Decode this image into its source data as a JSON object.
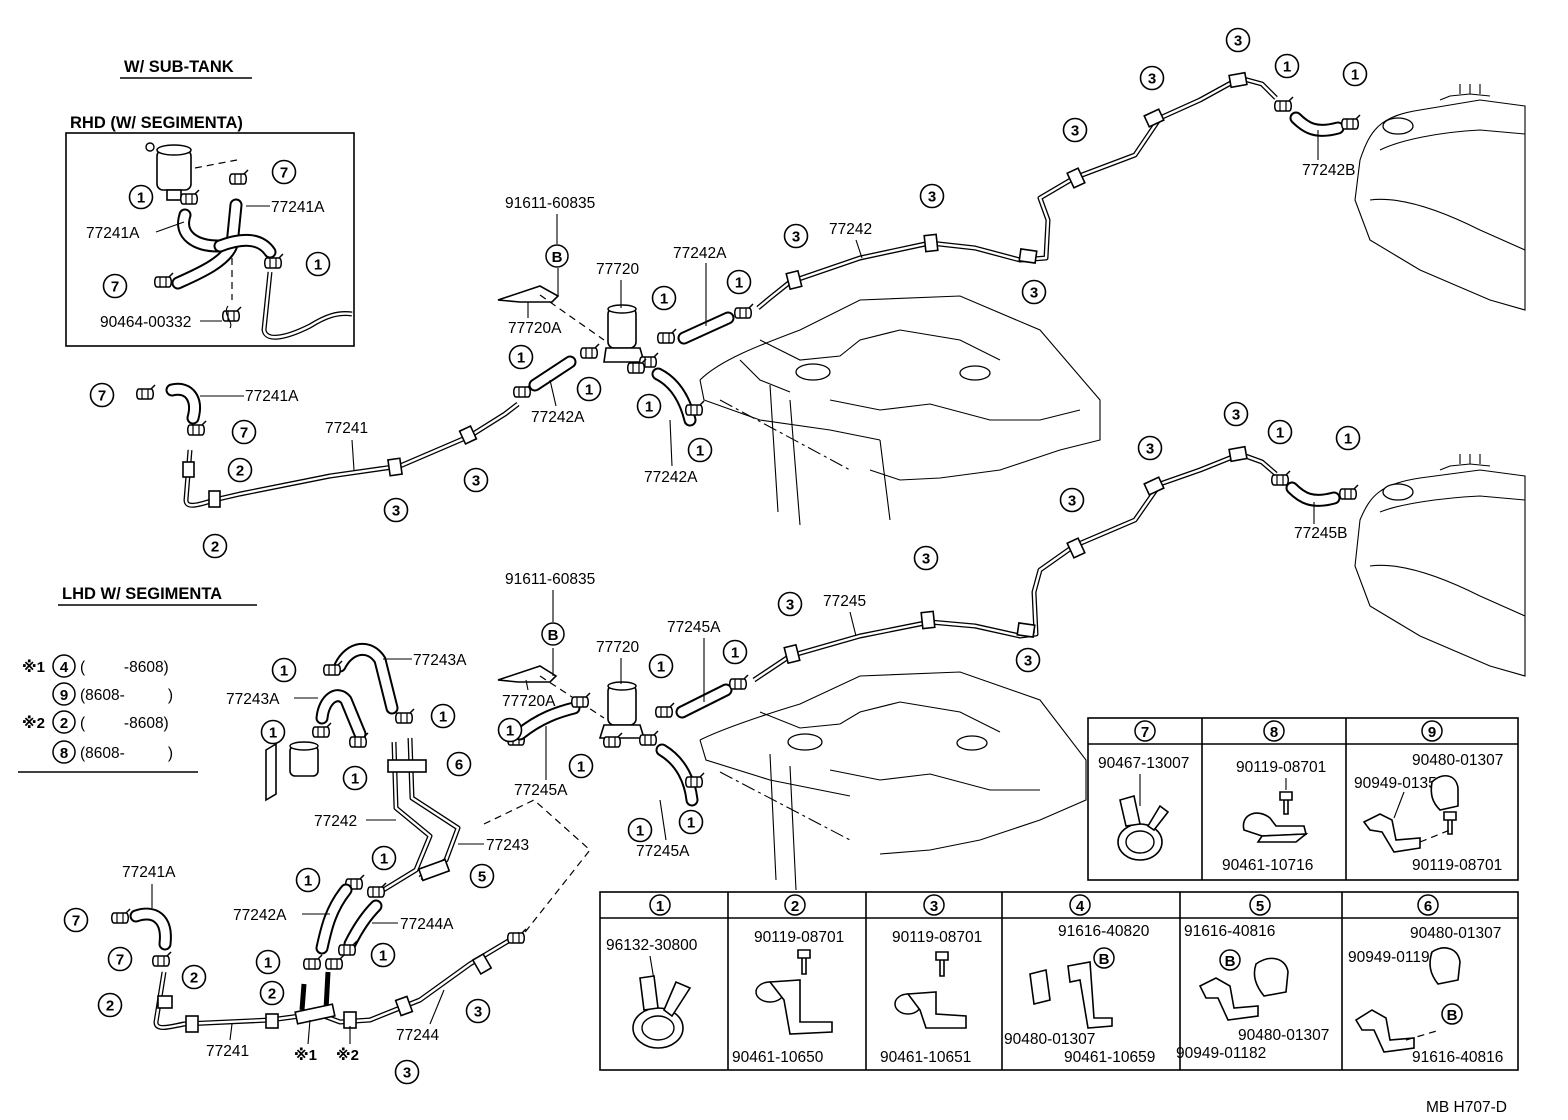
{
  "titles": {
    "sub_tank": "W/ SUB-TANK",
    "rhd": "RHD (W/ SEGIMENTA)",
    "lhd": "LHD  W/ SEGIMENTA"
  },
  "legend": {
    "rows": [
      {
        "mark": "※1",
        "num": "4",
        "range": "(         -8608)"
      },
      {
        "mark": "",
        "num": "9",
        "range": "(8608-          )"
      },
      {
        "mark": "※2",
        "num": "2",
        "range": "(         -8608)"
      },
      {
        "mark": "",
        "num": "8",
        "range": "(8608-          )"
      }
    ]
  },
  "labels": {
    "p91611_60835": "91611-60835",
    "p77720": "77720",
    "p77720A": "77720A",
    "p77242A": "77242A",
    "p77242": "77242",
    "p77242B": "77242B",
    "p77241A": "77241A",
    "p77241": "77241",
    "p90464_00332": "90464-00332",
    "p77245A": "77245A",
    "p77245": "77245",
    "p77245B": "77245B",
    "p77243A": "77243A",
    "p77243": "77243",
    "p77244A": "77244A",
    "p77244": "77244",
    "b": "B",
    "star1": "※1",
    "star2": "※2",
    "footer": "MB  H707-D"
  },
  "clip_table": {
    "top": [
      {
        "num": "7",
        "parts": [
          "90467-13007"
        ]
      },
      {
        "num": "8",
        "parts": [
          "90119-08701",
          "90461-10716"
        ]
      },
      {
        "num": "9",
        "parts": [
          "90480-01307",
          "90949-01354",
          "90119-08701"
        ]
      }
    ],
    "bottom": [
      {
        "num": "1",
        "parts": [
          "96132-30800"
        ]
      },
      {
        "num": "2",
        "parts": [
          "90119-08701",
          "90461-10650"
        ]
      },
      {
        "num": "3",
        "parts": [
          "90119-08701",
          "90461-10651"
        ]
      },
      {
        "num": "4",
        "parts": [
          "91616-40820",
          "90480-01307",
          "90461-10659"
        ]
      },
      {
        "num": "5",
        "parts": [
          "91616-40816",
          "90480-01307",
          "90949-01182"
        ]
      },
      {
        "num": "6",
        "parts": [
          "90480-01307",
          "90949-01193",
          "91616-40816"
        ]
      }
    ]
  }
}
